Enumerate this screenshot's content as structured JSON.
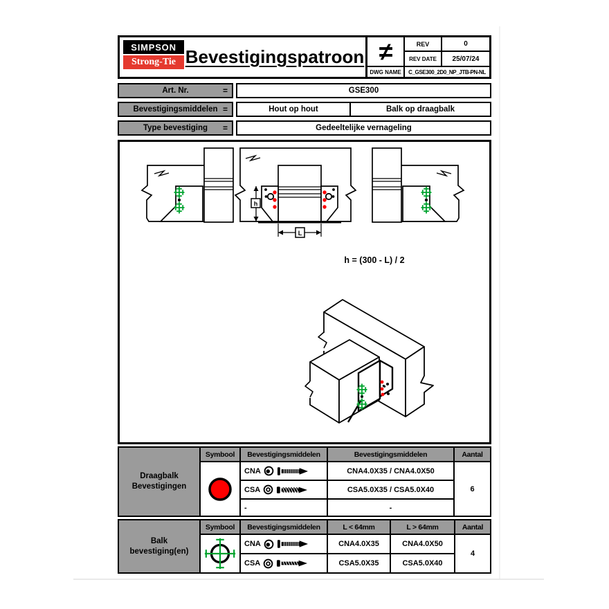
{
  "title_block": {
    "logo_top": "SIMPSON",
    "logo_bottom": "Strong-Tie",
    "title": "Bevestigingspatroon",
    "neq_symbol": "≠",
    "rev_label": "REV",
    "rev_value": "0",
    "rev_date_label": "REV DATE",
    "rev_date_value": "25/07/24",
    "dwg_label": "DWG NAME",
    "dwg_value": "C_GSE300_2D0_NP_JTB-PN-NL"
  },
  "info_rows": [
    {
      "label": "Art. Nr.",
      "eq": "=",
      "value": "GSE300"
    },
    {
      "label": "Bevestigingsmiddelen",
      "eq": "=",
      "value_left": "Hout op hout",
      "value_right": "Balk op draagbalk"
    },
    {
      "label": "Type bevestiging",
      "eq": "=",
      "value": "Gedeeltelijke vernageling"
    }
  ],
  "drawing": {
    "formula": "h = (300 - L) / 2",
    "dim_h": "h",
    "dim_l": "L"
  },
  "tables": [
    {
      "row_label_1": "Draagbalk",
      "row_label_2": "Bevestigingen",
      "headers": [
        "Symbool",
        "Bevestigingsmiddelen",
        "Bevestigingsmiddelen",
        "Aantal"
      ],
      "rows": [
        {
          "code": "CNA",
          "value": "CNA4.0X35 / CNA4.0X50"
        },
        {
          "code": "CSA",
          "value": "CSA5.0X35 / CSA5.0X40"
        },
        {
          "code": "-",
          "value": "-"
        }
      ],
      "aantal": "6"
    },
    {
      "row_label_1": "Balk",
      "row_label_2": "bevestiging(en)",
      "headers": [
        "Symbool",
        "Bevestigingsmiddelen",
        "L < 64mm",
        "L > 64mm",
        "Aantal"
      ],
      "rows": [
        {
          "code": "CNA",
          "v_short": "CNA4.0X35",
          "v_long": "CNA4.0X50"
        },
        {
          "code": "CSA",
          "v_short": "CSA5.0X35",
          "v_long": "CSA5.0X40"
        }
      ],
      "aantal": "4"
    }
  ],
  "icons": {
    "draagbalk_symbol": "red-filled-circle",
    "balk_symbol": "green-crosshair-circle",
    "cna_head": "nail-head-circle",
    "csa_head": "screw-head-circle",
    "cna_profile": "ring-nail",
    "csa_profile": "wood-screw"
  },
  "colors": {
    "brand_red": "#e5392e",
    "symbol_red": "#fe0000",
    "marker_green": "#00a32e",
    "header_gray": "#9b9b9b",
    "line_black": "#000000"
  }
}
